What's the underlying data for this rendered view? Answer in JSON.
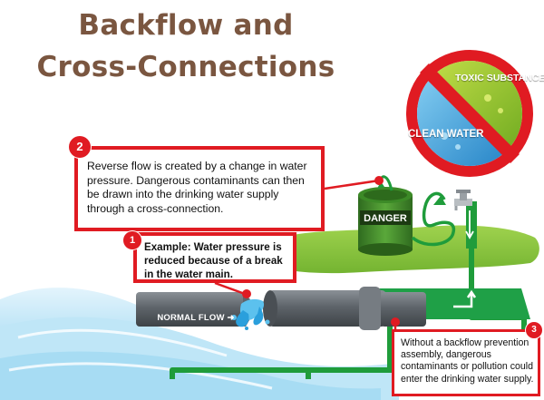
{
  "title": {
    "line1": "Backflow and",
    "line2": "Cross-Connections"
  },
  "callouts": [
    {
      "number": "2",
      "text": "Reverse flow is created by a change in water pressure. Dangerous contaminants can then be drawn into the drinking water  supply through a cross-connection."
    },
    {
      "number": "1",
      "text": "Example: Water  pressure is reduced because of a break in the water main."
    },
    {
      "number": "3",
      "text": "Without a backflow prevention assembly, dangerous contaminants or pollution could enter the drinking water supply."
    }
  ],
  "sign": {
    "top_label": "TOXIC SUBSTANCE",
    "bottom_label": "CLEAN WATER"
  },
  "barrel_label": "DANGER",
  "flow_label": "NORMAL FLOW",
  "colors": {
    "title": "#7a5640",
    "callout_red": "#e01b22",
    "pipe_green": "#1f9c3b",
    "pipe_gray": "#666c72",
    "grass": "#8ec63f",
    "water": "#8fd3f0"
  }
}
